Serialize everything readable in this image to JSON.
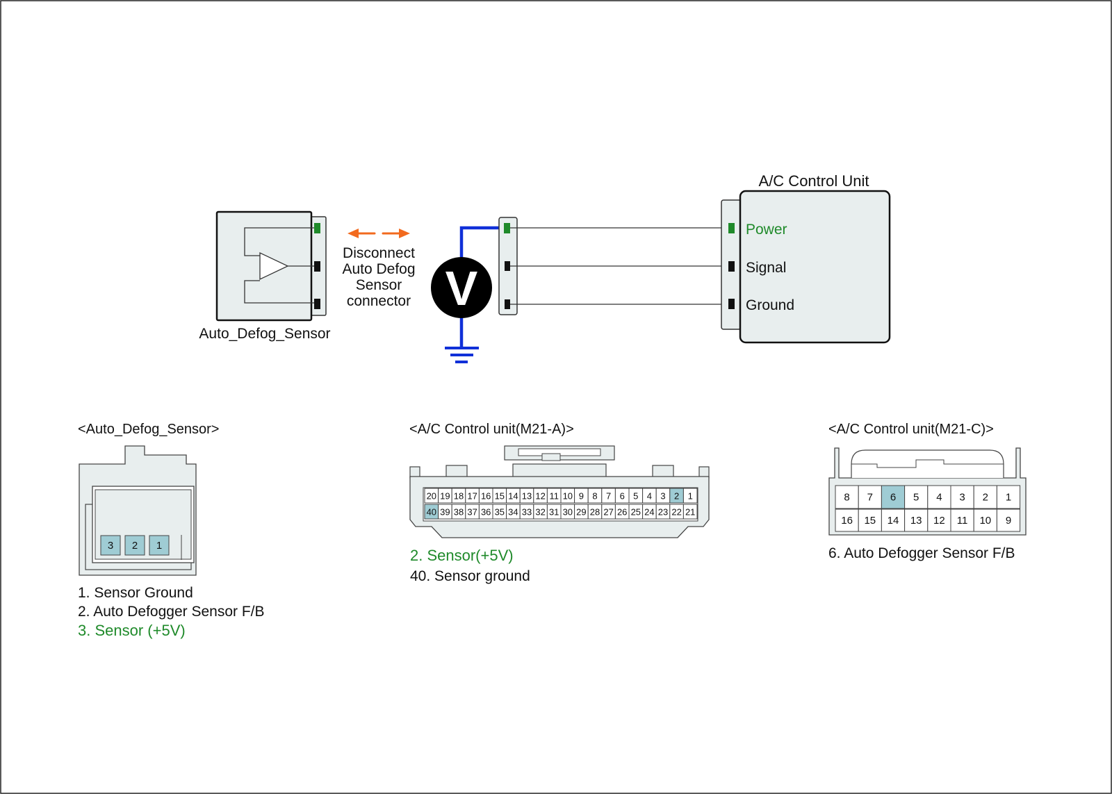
{
  "colors": {
    "power": "#1f8a2a",
    "meter_wire": "#1030d8",
    "arrow": "#f26a1e",
    "box_fill": "#e8eeee",
    "pin_highlight": "#9fccd4",
    "outline": "#333333"
  },
  "circuit": {
    "sensor_label": "Auto_Defog_Sensor",
    "disconnect_note": [
      "Disconnect",
      "Auto Defog",
      "Sensor",
      "connector"
    ],
    "meter_symbol": "V",
    "acu_title": "A/C Control Unit",
    "acu_pins": [
      "Power",
      "Signal",
      "Ground"
    ]
  },
  "connectors": {
    "sensor": {
      "title": "<Auto_Defog_Sensor>",
      "pins": [
        "3",
        "2",
        "1"
      ],
      "legend": [
        "1. Sensor Ground",
        "2. Auto Defogger Sensor F/B",
        "3. Sensor (+5V)"
      ]
    },
    "m21a": {
      "title": "<A/C Control unit(M21-A)>",
      "row1": [
        "20",
        "19",
        "18",
        "17",
        "16",
        "15",
        "14",
        "13",
        "12",
        "11",
        "10",
        "9",
        "8",
        "7",
        "6",
        "5",
        "4",
        "3",
        "2",
        "1"
      ],
      "row2": [
        "40",
        "39",
        "38",
        "37",
        "36",
        "35",
        "34",
        "33",
        "32",
        "31",
        "30",
        "29",
        "28",
        "27",
        "26",
        "25",
        "24",
        "23",
        "22",
        "21"
      ],
      "highlighted": [
        "2",
        "40"
      ],
      "legend": [
        "2. Sensor(+5V)",
        "40. Sensor ground"
      ]
    },
    "m21c": {
      "title": "<A/C Control unit(M21-C)>",
      "row1": [
        "8",
        "7",
        "6",
        "5",
        "4",
        "3",
        "2",
        "1"
      ],
      "row2": [
        "16",
        "15",
        "14",
        "13",
        "12",
        "11",
        "10",
        "9"
      ],
      "highlighted": [
        "6"
      ],
      "legend": [
        "6. Auto Defogger Sensor F/B"
      ]
    }
  }
}
